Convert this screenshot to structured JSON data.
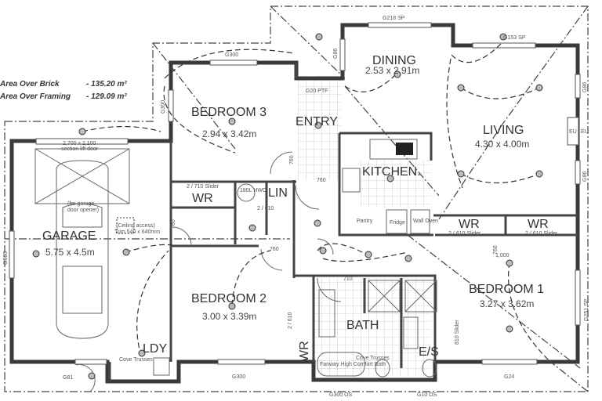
{
  "areas": {
    "brick_label": "Area Over Brick",
    "brick_value": "- 135.20 m²",
    "framing_label": "Area Over Framing",
    "framing_value": "- 129.09 m²"
  },
  "rooms": {
    "bedroom3": {
      "name": "BEDROOM 3",
      "size": "2.94 x 3.42m"
    },
    "dining": {
      "name": "DINING",
      "size": "2.53 x 2.91m"
    },
    "living": {
      "name": "LIVING",
      "size": "4.30 x 4.00m"
    },
    "entry": {
      "name": "ENTRY"
    },
    "kitchen": {
      "name": "KITCHEN."
    },
    "garage": {
      "name": "GARAGE",
      "size": "5.75 x 4.5m"
    },
    "bedroom2": {
      "name": "BEDROOM 2",
      "size": "3.00 x 3.39m"
    },
    "bedroom1": {
      "name": "BEDROOM 1",
      "size": "3.27 x 3.62m"
    },
    "wr1": {
      "name": "WR"
    },
    "lin": {
      "name": "LIN"
    },
    "wr2": {
      "name": "WR"
    },
    "wr3": {
      "name": "WR"
    },
    "wr4": {
      "name": "WR"
    },
    "bath": {
      "name": "BATH"
    },
    "ensuite": {
      "name": "E/S"
    },
    "laundry": {
      "name": "LDY"
    }
  },
  "windows": {
    "g300_top": "G300",
    "g218": "G218 SP",
    "g153": "G153 SP",
    "g86_dining": "G86",
    "g86_living1": "G86",
    "g86_living2": "G86",
    "g20": "G20 PTF",
    "g300_bed3": "G300",
    "g300_garage": "G300",
    "g81": "G81",
    "g300_bed2": "G300",
    "g300os": "G300 OS",
    "g10os": "G10 OS",
    "g24": "G24",
    "g251": "G251 SP"
  },
  "notes": {
    "garage_door": "2,700 x 2,100",
    "garage_door2": "section lift door",
    "opener": "(for garage",
    "opener2": "door opener)",
    "ceiling_access": "(Ceiling access)",
    "ceiling_access2": "Trim 540 x 640mm",
    "slider_wr1": "2 / 710 Slider",
    "lin_doors": "2 / 610",
    "hwc": "180L HWC",
    "pantry": "Pantry",
    "fridge": "Fridge",
    "wall_oven": "Wall Oven",
    "slider_wr3": "2 / 610 Slider",
    "slider_wr4": "2 / 610 Slider",
    "dim_1000": "1,000",
    "door_760a": "760",
    "door_760b": "760",
    "door_760c": "760",
    "door_760d": "760",
    "door_760e": "760",
    "door_710": "710",
    "wr2_doors": "2 / 610",
    "slider_810": "810 Slider",
    "cove_laundry": "Cove Trusses",
    "cove_bath": "Cove Trusses",
    "bath_label": "Fanway High Comfort Bath",
    "eu1": "EU",
    "eu2": "EU"
  }
}
